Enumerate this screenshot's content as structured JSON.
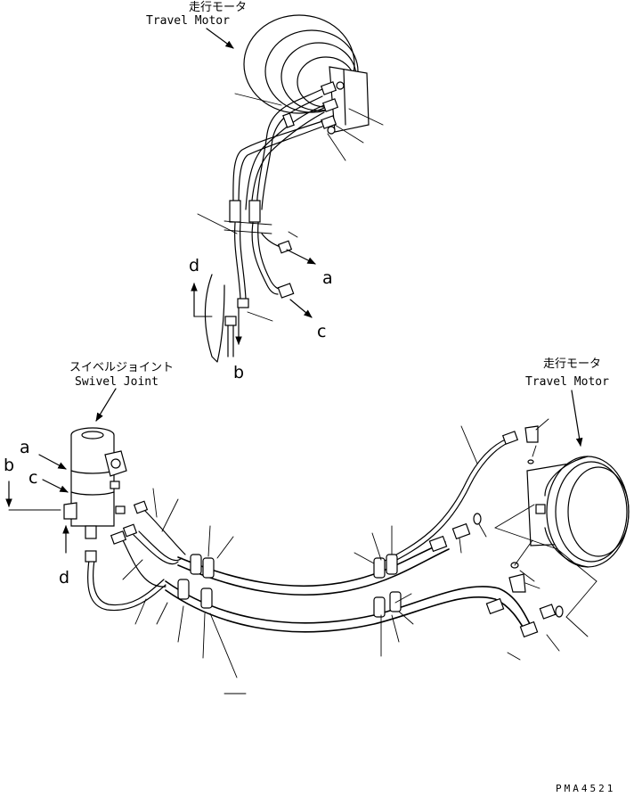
{
  "labels": {
    "travel_motor_top_jp": "走行モータ",
    "travel_motor_top_en": "Travel Motor",
    "swivel_joint_jp": "スイベルジョイント",
    "swivel_joint_en": "Swivel Joint",
    "travel_motor_right_jp": "走行モータ",
    "travel_motor_right_en": "Travel Motor"
  },
  "port_letters": {
    "top": {
      "a": "a",
      "b": "b",
      "c": "c",
      "d": "d"
    },
    "swivel": {
      "a": "a",
      "b": "b",
      "c": "c",
      "d": "d"
    }
  },
  "drawing_code": "PMA4521"
}
